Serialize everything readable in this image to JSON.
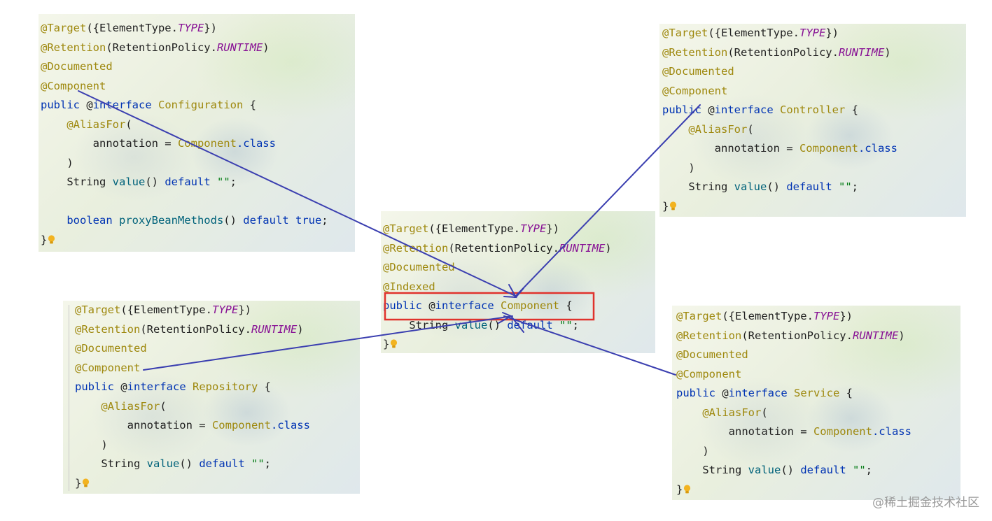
{
  "panels": {
    "configuration": {
      "lines": [
        [
          {
            "c": "ann",
            "t": "@Target"
          },
          {
            "c": "plain",
            "t": "({ElementType."
          },
          {
            "c": "it",
            "t": "TYPE"
          },
          {
            "c": "plain",
            "t": "})"
          }
        ],
        [
          {
            "c": "ann",
            "t": "@Retention"
          },
          {
            "c": "plain",
            "t": "(RetentionPolicy."
          },
          {
            "c": "it",
            "t": "RUNTIME"
          },
          {
            "c": "plain",
            "t": ")"
          }
        ],
        [
          {
            "c": "ann",
            "t": "@Documented"
          }
        ],
        [
          {
            "c": "ann",
            "t": "@Component"
          }
        ],
        [
          {
            "c": "kw",
            "t": "public "
          },
          {
            "c": "plain",
            "t": "@"
          },
          {
            "c": "kw",
            "t": "interface "
          },
          {
            "c": "cls",
            "t": "Configuration"
          },
          {
            "c": "plain",
            "t": " {"
          }
        ],
        [
          {
            "c": "plain",
            "t": "    "
          },
          {
            "c": "ann",
            "t": "@AliasFor"
          },
          {
            "c": "plain",
            "t": "("
          }
        ],
        [
          {
            "c": "plain",
            "t": "        annotation = "
          },
          {
            "c": "cls",
            "t": "Component"
          },
          {
            "c": "kw",
            "t": ".class"
          }
        ],
        [
          {
            "c": "plain",
            "t": "    )"
          }
        ],
        [
          {
            "c": "plain",
            "t": "    String "
          },
          {
            "c": "fn",
            "t": "value"
          },
          {
            "c": "plain",
            "t": "() "
          },
          {
            "c": "kw",
            "t": "default "
          },
          {
            "c": "str",
            "t": "\"\""
          },
          {
            "c": "plain",
            "t": ";"
          }
        ],
        [
          {
            "c": "plain",
            "t": ""
          }
        ],
        [
          {
            "c": "kw",
            "t": "    boolean "
          },
          {
            "c": "fn",
            "t": "proxyBeanMethods"
          },
          {
            "c": "plain",
            "t": "() "
          },
          {
            "c": "kw",
            "t": "default true"
          },
          {
            "c": "plain",
            "t": ";"
          }
        ],
        [
          {
            "c": "plain",
            "t": "}"
          },
          {
            "c": "bulb",
            "t": ""
          }
        ]
      ]
    },
    "controller": {
      "lines": [
        [
          {
            "c": "ann",
            "t": "@Target"
          },
          {
            "c": "plain",
            "t": "({ElementType."
          },
          {
            "c": "it",
            "t": "TYPE"
          },
          {
            "c": "plain",
            "t": "})"
          }
        ],
        [
          {
            "c": "ann",
            "t": "@Retention"
          },
          {
            "c": "plain",
            "t": "(RetentionPolicy."
          },
          {
            "c": "it",
            "t": "RUNTIME"
          },
          {
            "c": "plain",
            "t": ")"
          }
        ],
        [
          {
            "c": "ann",
            "t": "@Documented"
          }
        ],
        [
          {
            "c": "ann",
            "t": "@Component"
          }
        ],
        [
          {
            "c": "kw",
            "t": "public "
          },
          {
            "c": "plain",
            "t": "@"
          },
          {
            "c": "kw",
            "t": "interface "
          },
          {
            "c": "cls",
            "t": "Controller"
          },
          {
            "c": "plain",
            "t": " {"
          }
        ],
        [
          {
            "c": "plain",
            "t": "    "
          },
          {
            "c": "ann",
            "t": "@AliasFor"
          },
          {
            "c": "plain",
            "t": "("
          }
        ],
        [
          {
            "c": "plain",
            "t": "        annotation = "
          },
          {
            "c": "cls",
            "t": "Component"
          },
          {
            "c": "kw",
            "t": ".class"
          }
        ],
        [
          {
            "c": "plain",
            "t": "    )"
          }
        ],
        [
          {
            "c": "plain",
            "t": "    String "
          },
          {
            "c": "fn",
            "t": "value"
          },
          {
            "c": "plain",
            "t": "() "
          },
          {
            "c": "kw",
            "t": "default "
          },
          {
            "c": "str",
            "t": "\"\""
          },
          {
            "c": "plain",
            "t": ";"
          }
        ],
        [
          {
            "c": "plain",
            "t": "}"
          },
          {
            "c": "bulb",
            "t": ""
          }
        ]
      ]
    },
    "component": {
      "lines": [
        [
          {
            "c": "ann",
            "t": "@Target"
          },
          {
            "c": "plain",
            "t": "({ElementType."
          },
          {
            "c": "it",
            "t": "TYPE"
          },
          {
            "c": "plain",
            "t": "})"
          }
        ],
        [
          {
            "c": "ann",
            "t": "@Retention"
          },
          {
            "c": "plain",
            "t": "(RetentionPolicy."
          },
          {
            "c": "it",
            "t": "RUNTIME"
          },
          {
            "c": "plain",
            "t": ")"
          }
        ],
        [
          {
            "c": "ann",
            "t": "@Documented"
          }
        ],
        [
          {
            "c": "ann",
            "t": "@Indexed"
          }
        ],
        [
          {
            "c": "kw",
            "t": "public "
          },
          {
            "c": "plain",
            "t": "@"
          },
          {
            "c": "kw",
            "t": "interface "
          },
          {
            "c": "cls",
            "t": "Component"
          },
          {
            "c": "plain",
            "t": " {"
          }
        ],
        [
          {
            "c": "plain",
            "t": "    String "
          },
          {
            "c": "fn",
            "t": "value"
          },
          {
            "c": "plain",
            "t": "() "
          },
          {
            "c": "kw",
            "t": "default "
          },
          {
            "c": "str",
            "t": "\"\""
          },
          {
            "c": "plain",
            "t": ";"
          }
        ],
        [
          {
            "c": "plain",
            "t": "}"
          },
          {
            "c": "bulb",
            "t": ""
          }
        ]
      ]
    },
    "repository": {
      "lines": [
        [
          {
            "c": "ann",
            "t": "@Target"
          },
          {
            "c": "plain",
            "t": "({ElementType."
          },
          {
            "c": "it",
            "t": "TYPE"
          },
          {
            "c": "plain",
            "t": "})"
          }
        ],
        [
          {
            "c": "ann",
            "t": "@Retention"
          },
          {
            "c": "plain",
            "t": "(RetentionPolicy."
          },
          {
            "c": "it",
            "t": "RUNTIME"
          },
          {
            "c": "plain",
            "t": ")"
          }
        ],
        [
          {
            "c": "ann",
            "t": "@Documented"
          }
        ],
        [
          {
            "c": "ann",
            "t": "@Component"
          }
        ],
        [
          {
            "c": "kw",
            "t": "public "
          },
          {
            "c": "plain",
            "t": "@"
          },
          {
            "c": "kw",
            "t": "interface "
          },
          {
            "c": "cls",
            "t": "Repository"
          },
          {
            "c": "plain",
            "t": " {"
          }
        ],
        [
          {
            "c": "plain",
            "t": "    "
          },
          {
            "c": "ann",
            "t": "@AliasFor"
          },
          {
            "c": "plain",
            "t": "("
          }
        ],
        [
          {
            "c": "plain",
            "t": "        annotation = "
          },
          {
            "c": "cls",
            "t": "Component"
          },
          {
            "c": "kw",
            "t": ".class"
          }
        ],
        [
          {
            "c": "plain",
            "t": "    )"
          }
        ],
        [
          {
            "c": "plain",
            "t": "    String "
          },
          {
            "c": "fn",
            "t": "value"
          },
          {
            "c": "plain",
            "t": "() "
          },
          {
            "c": "kw",
            "t": "default "
          },
          {
            "c": "str",
            "t": "\"\""
          },
          {
            "c": "plain",
            "t": ";"
          }
        ],
        [
          {
            "c": "plain",
            "t": "}"
          },
          {
            "c": "bulb",
            "t": ""
          }
        ]
      ]
    },
    "service": {
      "lines": [
        [
          {
            "c": "ann",
            "t": "@Target"
          },
          {
            "c": "plain",
            "t": "({ElementType."
          },
          {
            "c": "it",
            "t": "TYPE"
          },
          {
            "c": "plain",
            "t": "})"
          }
        ],
        [
          {
            "c": "ann",
            "t": "@Retention"
          },
          {
            "c": "plain",
            "t": "(RetentionPolicy."
          },
          {
            "c": "it",
            "t": "RUNTIME"
          },
          {
            "c": "plain",
            "t": ")"
          }
        ],
        [
          {
            "c": "ann",
            "t": "@Documented"
          }
        ],
        [
          {
            "c": "ann",
            "t": "@Component"
          }
        ],
        [
          {
            "c": "kw",
            "t": "public "
          },
          {
            "c": "plain",
            "t": "@"
          },
          {
            "c": "kw",
            "t": "interface "
          },
          {
            "c": "cls",
            "t": "Service"
          },
          {
            "c": "plain",
            "t": " {"
          }
        ],
        [
          {
            "c": "plain",
            "t": "    "
          },
          {
            "c": "ann",
            "t": "@AliasFor"
          },
          {
            "c": "plain",
            "t": "("
          }
        ],
        [
          {
            "c": "plain",
            "t": "        annotation = "
          },
          {
            "c": "cls",
            "t": "Component"
          },
          {
            "c": "kw",
            "t": ".class"
          }
        ],
        [
          {
            "c": "plain",
            "t": "    )"
          }
        ],
        [
          {
            "c": "plain",
            "t": "    String "
          },
          {
            "c": "fn",
            "t": "value"
          },
          {
            "c": "plain",
            "t": "() "
          },
          {
            "c": "kw",
            "t": "default "
          },
          {
            "c": "str",
            "t": "\"\""
          },
          {
            "c": "plain",
            "t": ";"
          }
        ],
        [
          {
            "c": "plain",
            "t": "}"
          },
          {
            "c": "bulb",
            "t": ""
          }
        ]
      ]
    }
  },
  "colors": {
    "arrow": "#3b3fb0",
    "highlight_box": "#e0322c",
    "annotation": "#9e880d",
    "keyword": "#0033b3",
    "italic_constant": "#871094",
    "method": "#00627a",
    "string": "#067d17"
  },
  "watermark": "@稀土掘金技术社区"
}
